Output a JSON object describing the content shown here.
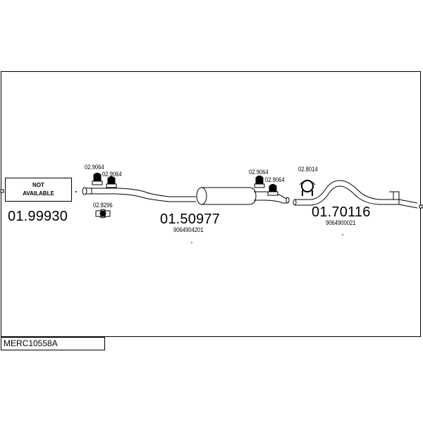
{
  "diagram": {
    "not_available_line1": "NOT",
    "not_available_line2": "AVAILABLE",
    "parts": [
      {
        "number": "01.99930"
      },
      {
        "number": "01.50977",
        "oem": "9064904201"
      },
      {
        "number": "01.70116",
        "oem": "9064900021"
      }
    ],
    "accessories": [
      "02.9064",
      "02.9064",
      "02.8296",
      "02.9064",
      "02.9064",
      "02.8014"
    ],
    "model_code": "MERC10558A"
  }
}
